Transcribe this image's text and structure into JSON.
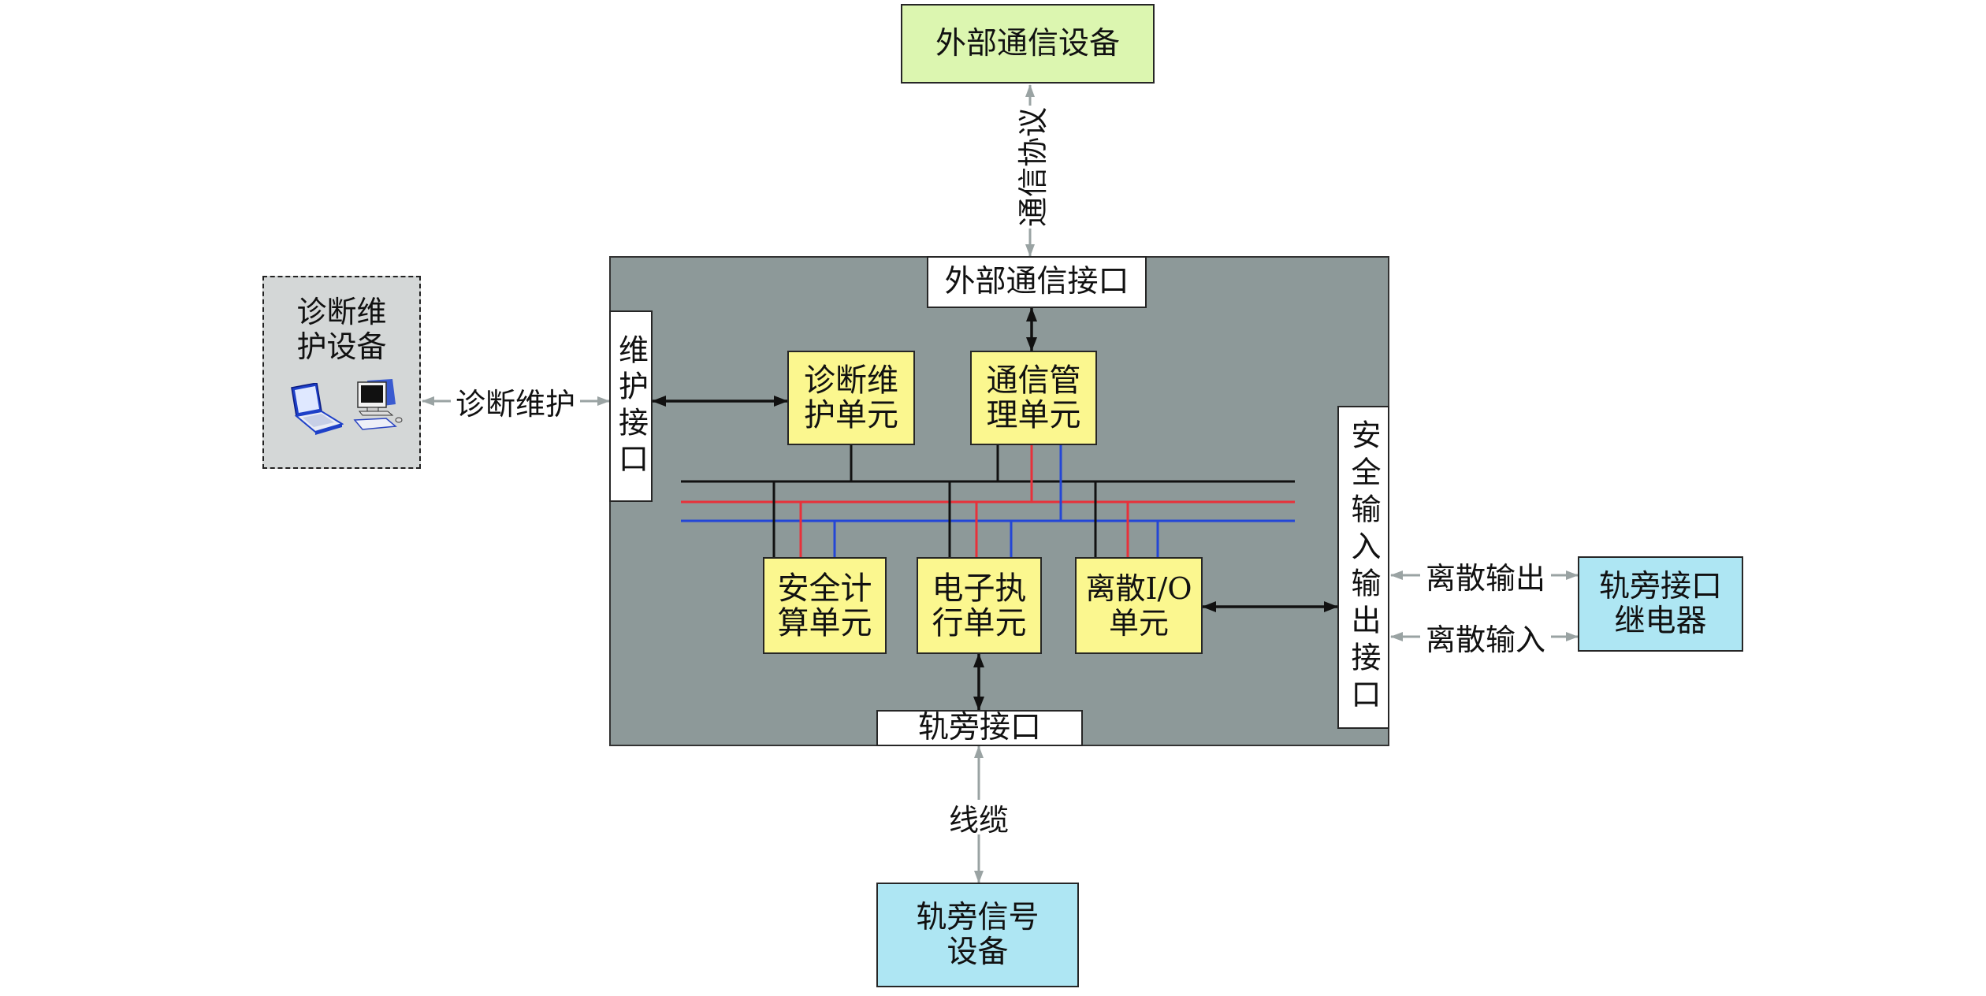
{
  "boxes": {
    "external_device": {
      "lines": [
        "外部通信设备"
      ]
    },
    "external_comm_interface": {
      "text": "外部通信接口"
    },
    "maintenance_interface": {
      "text": "维护接口"
    },
    "diagnostic_unit": {
      "lines": [
        "诊断维",
        "护单元"
      ]
    },
    "comm_management_unit": {
      "lines": [
        "通信管",
        "理单元"
      ]
    },
    "safety_io_interface": {
      "text": "安全输入输出接口"
    },
    "safety_compute_unit": {
      "lines": [
        "安全计",
        "算单元"
      ]
    },
    "electronic_exec_unit": {
      "lines": [
        "电子执",
        "行单元"
      ]
    },
    "discrete_io_unit": {
      "lines": [
        "离散I/O",
        "单元"
      ]
    },
    "trackside_interface": {
      "text": "轨旁接口"
    },
    "trackside_signal_device": {
      "lines": [
        "轨旁信号",
        "设备"
      ]
    },
    "diagnostic_device": {
      "lines": [
        "诊断维",
        "护设备"
      ],
      "icons": [
        "laptop-icon",
        "desktop-computer-icon"
      ]
    },
    "trackside_relay": {
      "lines": [
        "轨旁接口",
        "继电器"
      ]
    }
  },
  "links": {
    "comm_protocol": "通信协议",
    "diagnostic_maintenance": "诊断维护",
    "cable": "线缆",
    "discrete_output": "离散输出",
    "discrete_input": "离散输入"
  },
  "colors": {
    "main_panel": "#8d9999",
    "interface_fill": "#ffffff",
    "unit_fill": "#fbf78f",
    "external_device_fill": "#dcf6b0",
    "trackside_fill": "#aee6f3",
    "diagnostic_device_fill": "#d4d7d7",
    "bus_black": "#111111",
    "bus_red": "#e8313a",
    "bus_blue": "#2446d6",
    "link_gray": "#9aa3a3"
  }
}
